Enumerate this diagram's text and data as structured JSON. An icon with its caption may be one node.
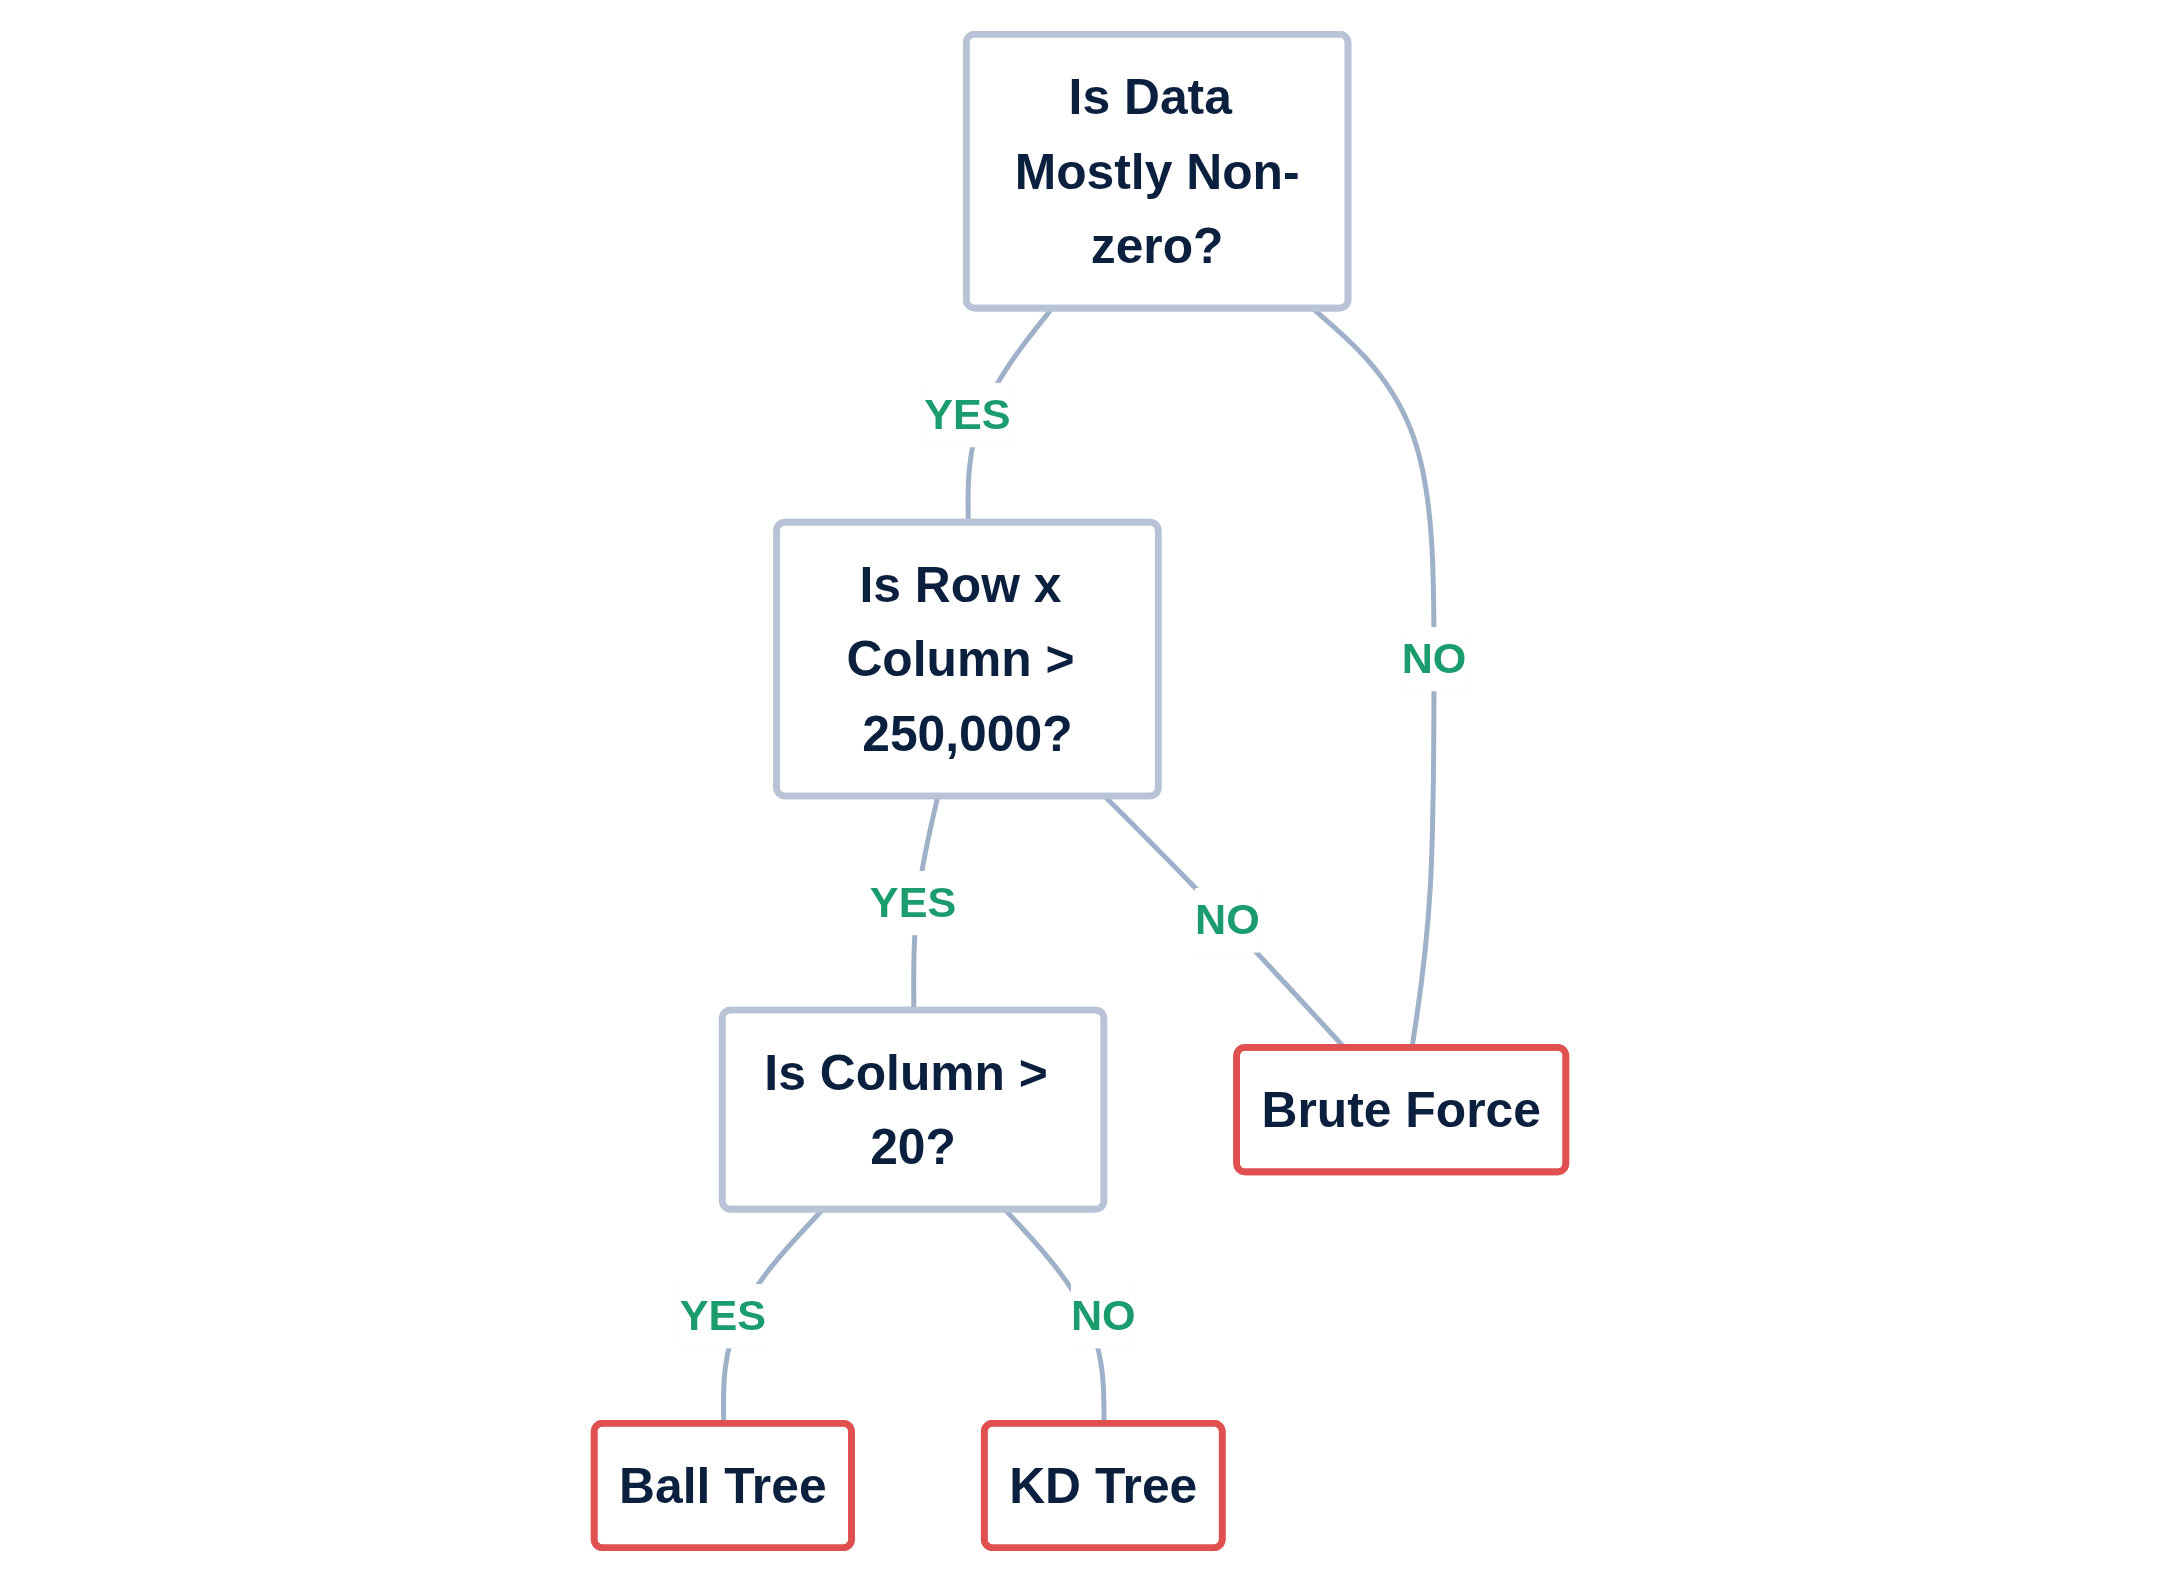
{
  "diagram": {
    "nodes": [
      {
        "text": [
          "Is Data Mostly Non-zero?"
        ]
      },
      {
        "text": [
          "Is Row x Column > 250,000?"
        ]
      },
      {
        "text": [
          "Is Column > 20?"
        ]
      },
      {
        "text": [
          "Brute Force"
        ]
      },
      {
        "text": [
          "KD Tree"
        ]
      },
      {
        "text": [
          "Ball Tree"
        ]
      }
    ],
    "edges": [
      {
        "from": 0,
        "to": 1,
        "arrow": "none",
        "label": "YES"
      },
      {
        "from": 0,
        "to": 3,
        "arrow": "none",
        "label": "NO"
      },
      {
        "from": 1,
        "to": 2,
        "arrow": "none",
        "label": "YES"
      },
      {
        "from": 1,
        "to": 3,
        "arrow": "none",
        "label": "NO"
      },
      {
        "from": 2,
        "to": 5,
        "arrow": "none",
        "label": "YES"
      },
      {
        "from": 2,
        "to": 4,
        "arrow": "none",
        "label": "NO"
      }
    ]
  }
}
